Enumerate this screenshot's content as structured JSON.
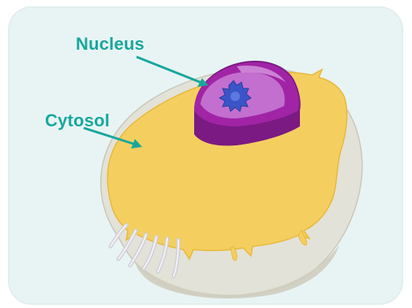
{
  "labels": {
    "nucleus": "Nucleus",
    "cytosol": "Cytosol"
  },
  "colors": {
    "background_panel": "#e8f4f4",
    "label_text": "#18a79d",
    "arrow": "#18a79d",
    "cytosol_fill": "#f4cf5f",
    "cytosol_edge": "#e8b83a",
    "cell_body_fill": "#e3e2d8",
    "cell_body_shadow": "#cfcdbf",
    "nucleus_outer": "#a124a6",
    "nucleus_inner": "#c36fcf",
    "nucleus_dark": "#7b1a83",
    "nucleolus": "#3b55c8"
  },
  "icons": {
    "cell": "eukaryotic-cell-illustration",
    "nucleus": "cut-away-nucleus",
    "nucleolus": "nucleolus-blob"
  }
}
